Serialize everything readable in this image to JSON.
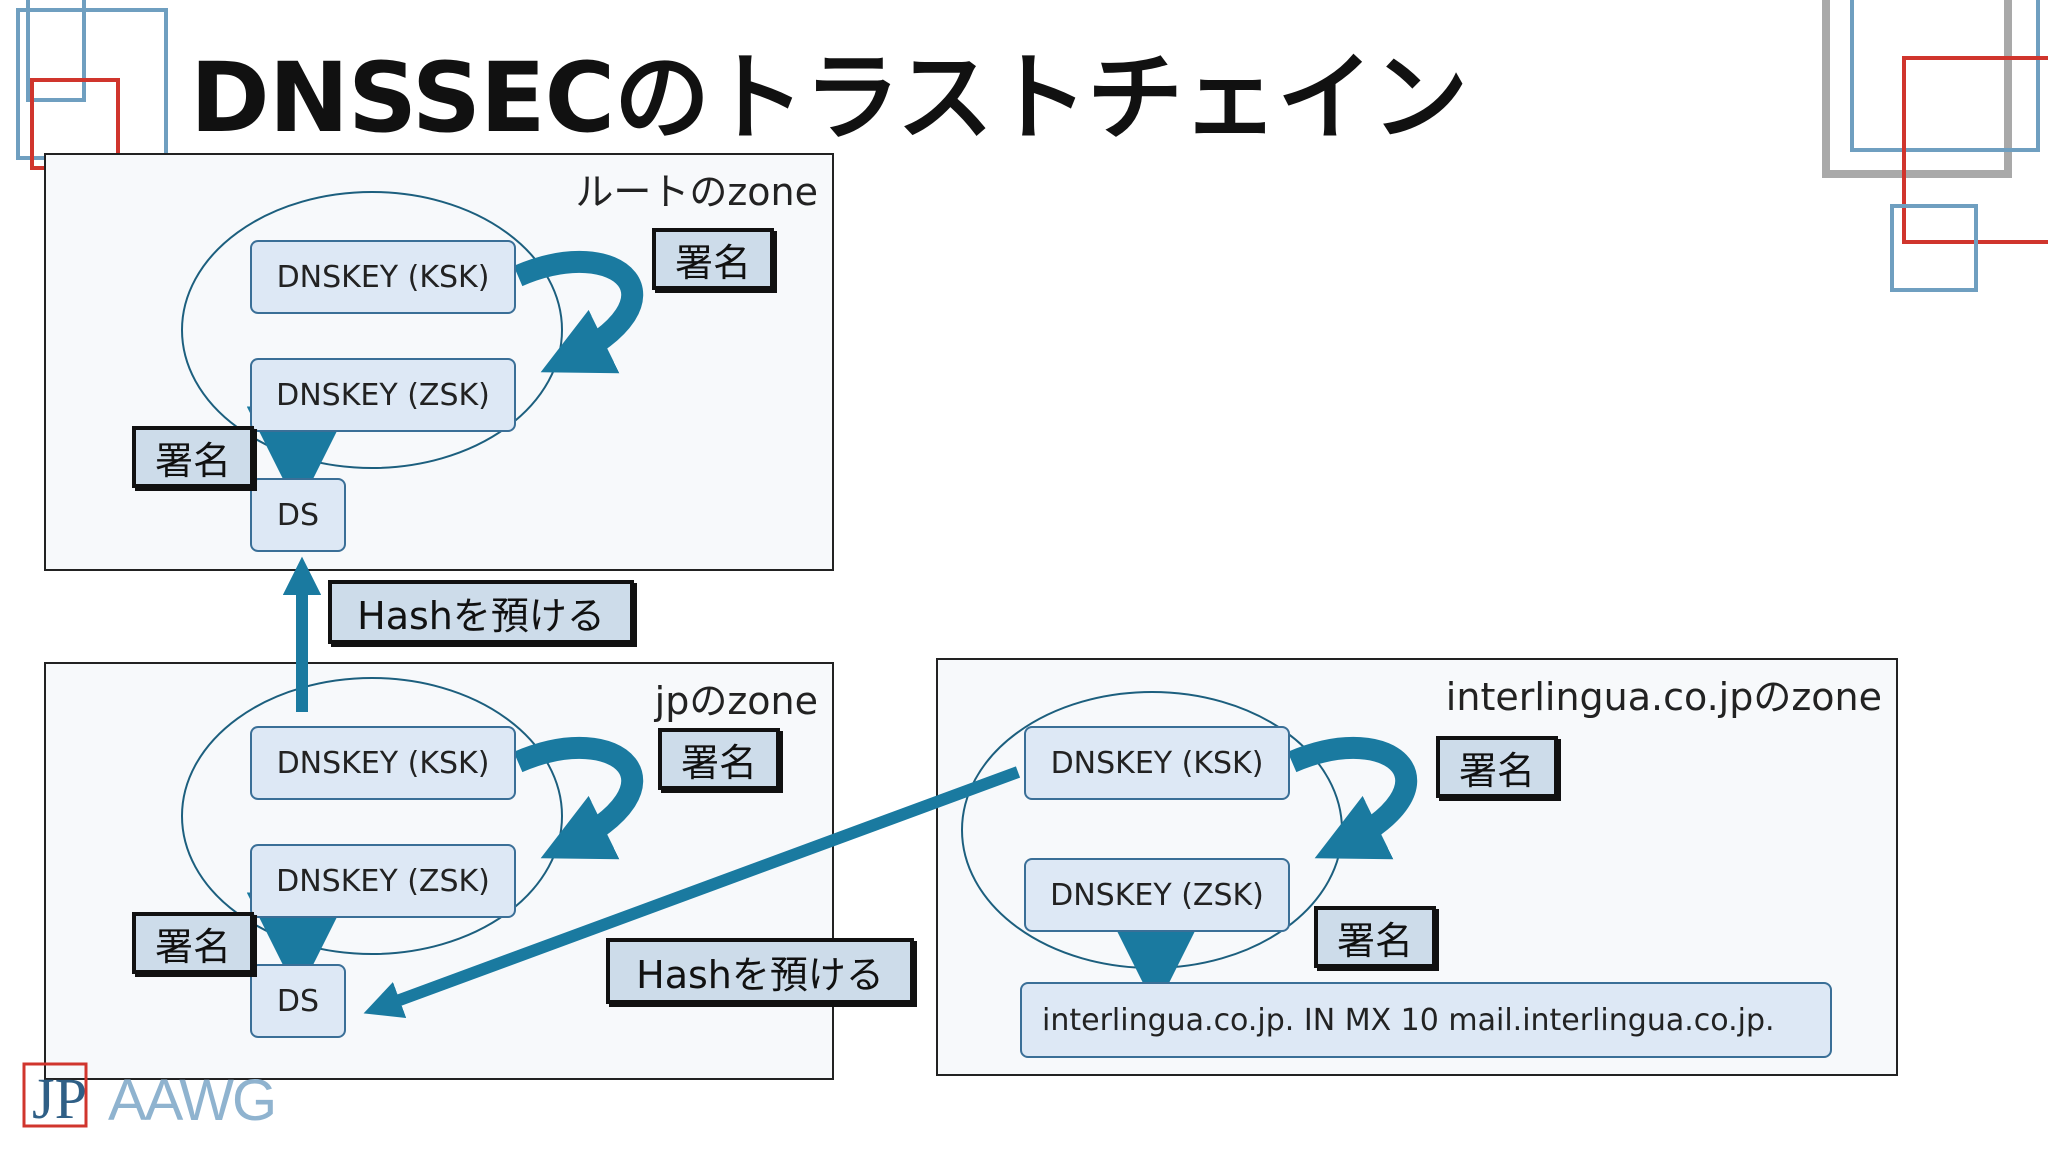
{
  "title": "DNSSECのトラストチェイン",
  "zones": {
    "root": {
      "label": "ルートのzone",
      "ksk": "DNSKEY (KSK)",
      "zsk": "DNSKEY (ZSK)",
      "ds": "DS",
      "sign_ksk": "署名",
      "sign_zsk": "署名"
    },
    "jp": {
      "label": "jpのzone",
      "ksk": "DNSKEY (KSK)",
      "zsk": "DNSKEY (ZSK)",
      "ds": "DS",
      "sign_ksk": "署名",
      "sign_zsk": "署名"
    },
    "interlingua": {
      "label": "interlingua.co.jpのzone",
      "ksk": "DNSKEY (KSK)",
      "zsk": "DNSKEY (ZSK)",
      "sign_ksk": "署名",
      "sign_zsk": "署名",
      "record": "interlingua.co.jp.  IN MX 10 mail.interlingua.co.jp."
    }
  },
  "hash_labels": {
    "jp_to_root": "Hashを預ける",
    "interlingua_to_jp": "Hashを預ける"
  },
  "logo": {
    "text_jp": "JP",
    "text_aawg": "AAWG"
  },
  "colors": {
    "arrow": "#1a7aa0",
    "box_fill": "#dde8f5",
    "tag_fill": "#cddcea",
    "deco_blue": "#6f9fc0",
    "deco_red": "#d0352d",
    "deco_gray": "#a9a9a9"
  }
}
